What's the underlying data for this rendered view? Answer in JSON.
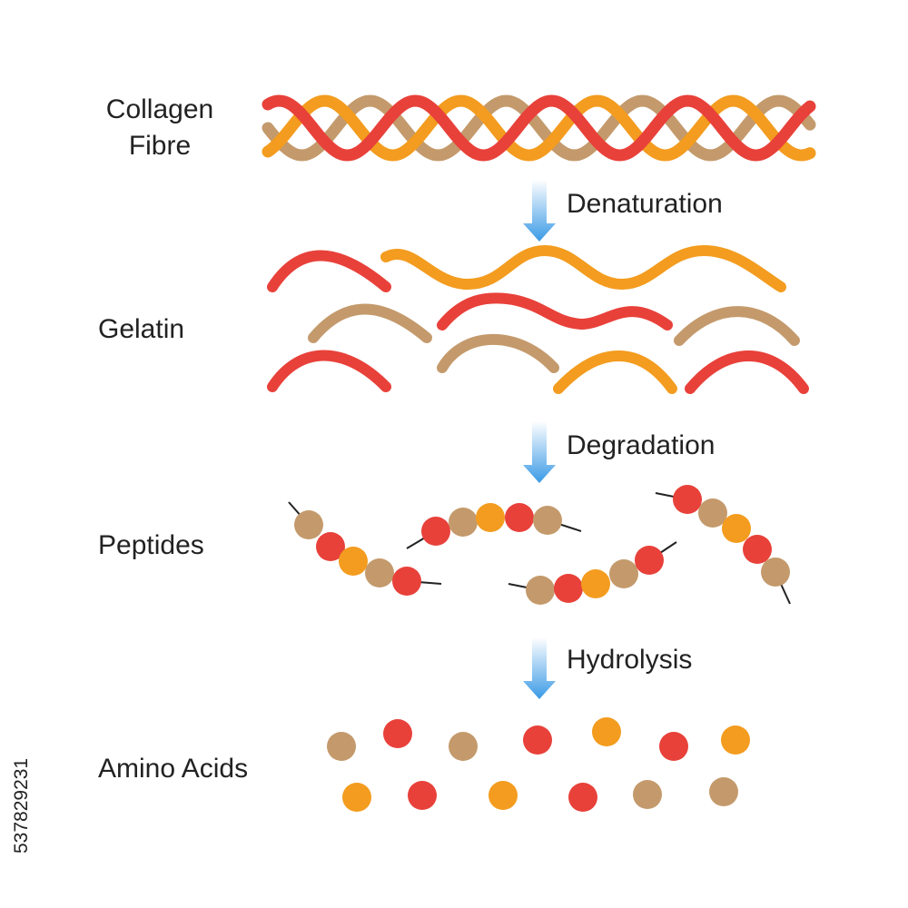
{
  "stages": {
    "collagen_line1": "Collagen",
    "collagen_line2": "Fibre",
    "gelatin": "Gelatin",
    "peptides": "Peptides",
    "amino_acids": "Amino Acids"
  },
  "processes": {
    "denaturation": "Denaturation",
    "degradation": "Degradation",
    "hydrolysis": "Hydrolysis"
  },
  "side_id": "537829231",
  "colors": {
    "red": "#e8413a",
    "orange": "#f39c1f",
    "tan": "#c49a6c",
    "arrow_top": "#ffffff",
    "arrow_bottom": "#3a9ae6",
    "text": "#222222",
    "linker": "#222222"
  }
}
